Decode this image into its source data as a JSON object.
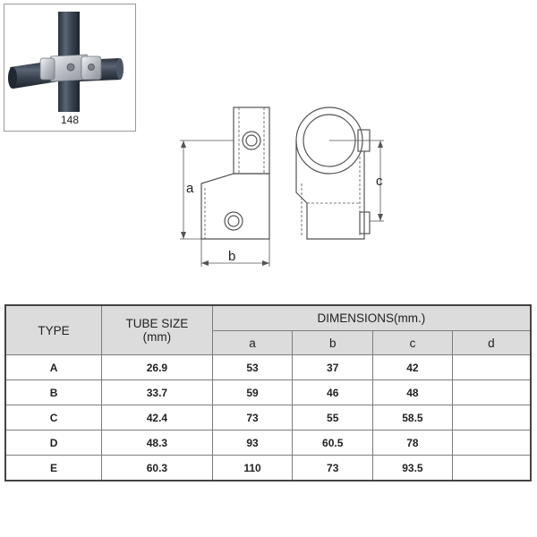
{
  "product": {
    "code": "148"
  },
  "drawing": {
    "dim_a": "a",
    "dim_b": "b",
    "dim_c": "c"
  },
  "table": {
    "type_header": "TYPE",
    "tube_size_header_line1": "TUBE SIZE",
    "tube_size_header_line2": "(mm)",
    "dimensions_header": "DIMENSIONS(mm.)",
    "dimension_columns": [
      "a",
      "b",
      "c",
      "d"
    ],
    "rows": [
      {
        "type": "A",
        "tube_size": "26.9",
        "a": "53",
        "b": "37",
        "c": "42",
        "d": ""
      },
      {
        "type": "B",
        "tube_size": "33.7",
        "a": "59",
        "b": "46",
        "c": "48",
        "d": ""
      },
      {
        "type": "C",
        "tube_size": "42.4",
        "a": "73",
        "b": "55",
        "c": "58.5",
        "d": ""
      },
      {
        "type": "D",
        "tube_size": "48.3",
        "a": "93",
        "b": "60.5",
        "c": "78",
        "d": ""
      },
      {
        "type": "E",
        "tube_size": "60.3",
        "a": "110",
        "b": "73",
        "c": "93.5",
        "d": ""
      }
    ]
  },
  "colors": {
    "header_bg": "#dcdcdc",
    "border": "#7d7d7d",
    "tube": "#3a4350",
    "fitting": "#c9ccd0"
  }
}
